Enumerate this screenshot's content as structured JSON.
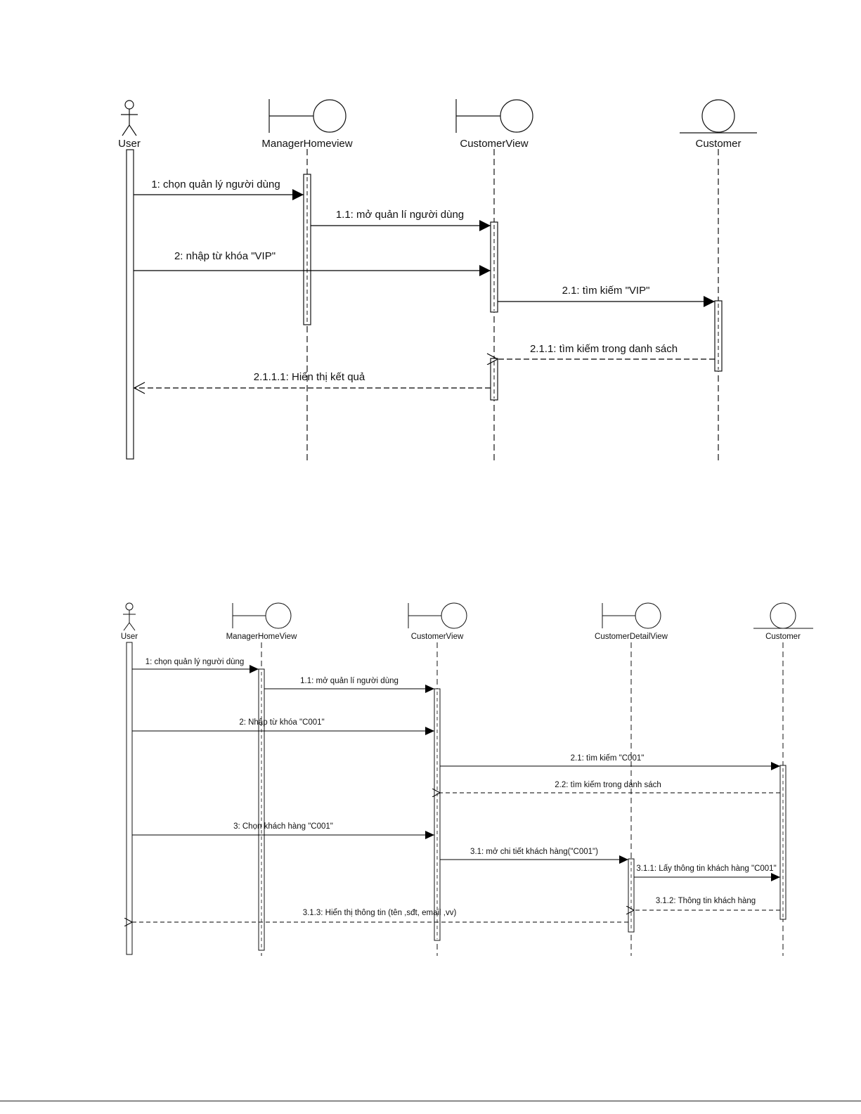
{
  "diagrams": [
    {
      "participants": [
        {
          "id": "user",
          "kind": "actor",
          "label": "User"
        },
        {
          "id": "mhv",
          "kind": "boundary",
          "label": "ManagerHomeview"
        },
        {
          "id": "cv",
          "kind": "boundary",
          "label": "CustomerView"
        },
        {
          "id": "cust",
          "kind": "entity",
          "label": "Customer"
        }
      ],
      "messages": [
        {
          "label": "1: chọn quản lý người dùng",
          "from": "user",
          "to": "mhv",
          "type": "sync"
        },
        {
          "label": "1.1: mở quản lí người dùng",
          "from": "mhv",
          "to": "cv",
          "type": "sync"
        },
        {
          "label": "2: nhập từ khóa \"VIP\"",
          "from": "user",
          "to": "cv",
          "type": "sync"
        },
        {
          "label": "2.1: tìm kiếm \"VIP\"",
          "from": "cv",
          "to": "cust",
          "type": "sync"
        },
        {
          "label": "2.1.1: tìm kiếm trong danh sách",
          "from": "cust",
          "to": "cv",
          "type": "return"
        },
        {
          "label": "2.1.1.1: Hiển thị kết quả",
          "from": "cv",
          "to": "user",
          "type": "return"
        }
      ]
    },
    {
      "participants": [
        {
          "id": "user",
          "kind": "actor",
          "label": "User"
        },
        {
          "id": "mhv",
          "kind": "boundary",
          "label": "ManagerHomeView"
        },
        {
          "id": "cv",
          "kind": "boundary",
          "label": "CustomerView"
        },
        {
          "id": "cdv",
          "kind": "boundary",
          "label": "CustomerDetailView"
        },
        {
          "id": "cust",
          "kind": "entity",
          "label": "Customer"
        }
      ],
      "messages": [
        {
          "label": "1: chọn quản lý người dùng",
          "from": "user",
          "to": "mhv",
          "type": "sync"
        },
        {
          "label": "1.1: mở quản lí người dùng",
          "from": "mhv",
          "to": "cv",
          "type": "sync"
        },
        {
          "label": "2: Nhập từ khóa \"C001\"",
          "from": "user",
          "to": "cv",
          "type": "sync"
        },
        {
          "label": "2.1: tìm kiếm \"C001\"",
          "from": "cv",
          "to": "cust",
          "type": "sync"
        },
        {
          "label": "2.2: tìm kiếm trong danh sách",
          "from": "cust",
          "to": "cv",
          "type": "return"
        },
        {
          "label": "3: Chọn khách hàng \"C001\"",
          "from": "user",
          "to": "cv",
          "type": "sync"
        },
        {
          "label": "3.1: mở chi tiết khách hàng(\"C001\")",
          "from": "cv",
          "to": "cdv",
          "type": "sync"
        },
        {
          "label": "3.1.1: Lấy thông tin khách hàng \"C001\"",
          "from": "cdv",
          "to": "cust",
          "type": "sync"
        },
        {
          "label": "3.1.2: Thông tin khách hàng",
          "from": "cust",
          "to": "cdv",
          "type": "return"
        },
        {
          "label": "3.1.3: Hiển thị thông tin (tên ,sđt, email ,vv)",
          "from": "cdv",
          "to": "user",
          "type": "return"
        }
      ]
    }
  ]
}
